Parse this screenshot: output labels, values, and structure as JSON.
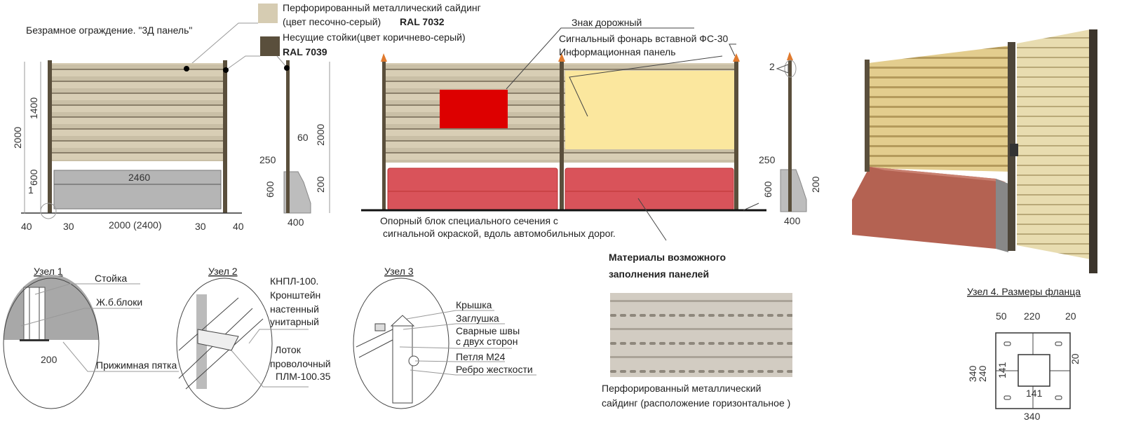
{
  "legend": {
    "title": "Безрамное ограждение. \"3Д панель\"",
    "siding_line1": "Перфорированный металлический сайдинг",
    "siding_line2": "(цвет  песочно-серый)",
    "siding_ral": "RAL 7032",
    "posts_line1": "Несущие стойки(цвет коричнево-серый)",
    "posts_ral": "RAL 7039",
    "siding_color": "#d6ccb2",
    "posts_color": "#5a4f3c"
  },
  "front_view": {
    "dims": {
      "total_height": "2000",
      "panel_height": "1400",
      "block_height": "600",
      "block_length": "2460",
      "node": "1",
      "left_40": "40",
      "left_30": "30",
      "span": "2000 (2400)",
      "right_30": "30",
      "right_40": "40"
    }
  },
  "side_view_1": {
    "d250": "250",
    "d600": "600",
    "d200": "200",
    "d2000": "2000",
    "d60": "60",
    "d400": "400"
  },
  "road_view": {
    "sign_label": "Знак дорожный",
    "lamp_label": "Сигнальный фонарь вставной ФС-30",
    "info_label": "Информационная панель",
    "block_caption_1": "Опорный блок специального сечения с",
    "block_caption_2": "сигнальной окраской, вдоль автомобильных дорог.",
    "sign_color": "#dd0000",
    "info_color": "#fbe79e",
    "block_color": "#d9535a"
  },
  "side_view_2": {
    "node": "2",
    "d250": "250",
    "d600": "600",
    "d200": "200",
    "d400": "400"
  },
  "materials": {
    "title_1": "Материалы возможного",
    "title_2": "заполнения панелей",
    "caption_1": "Перфорированный металлический",
    "caption_2": "сайдинг (расположение горизонтальное )"
  },
  "node1": {
    "title": "Узел 1",
    "post": "Стойка",
    "blocks": "Ж.б.блоки",
    "width": "200",
    "heel": "Прижимная пятка"
  },
  "node2": {
    "title": "Узел 2",
    "l1": "КНПЛ-100.",
    "l2": "Кронштейн",
    "l3": "настенный",
    "l4": "унитарный",
    "l5": "Лоток",
    "l6": "проволочный",
    "l7": "ПЛМ-100.35"
  },
  "node3": {
    "title": "Узел 3",
    "cap": "Крышка",
    "plug": "Заглушка",
    "weld1": "Сварные швы",
    "weld2": "с двух сторон",
    "hinge": "Петля  М24",
    "rib": "Ребро жесткости"
  },
  "node4": {
    "title": "Узел 4. Размеры фланца",
    "d50": "50",
    "d220": "220",
    "d20a": "20",
    "d20b": "20",
    "d340v": "340",
    "d240": "240",
    "d141v": "141",
    "d141h": "141",
    "d340h": "340"
  }
}
